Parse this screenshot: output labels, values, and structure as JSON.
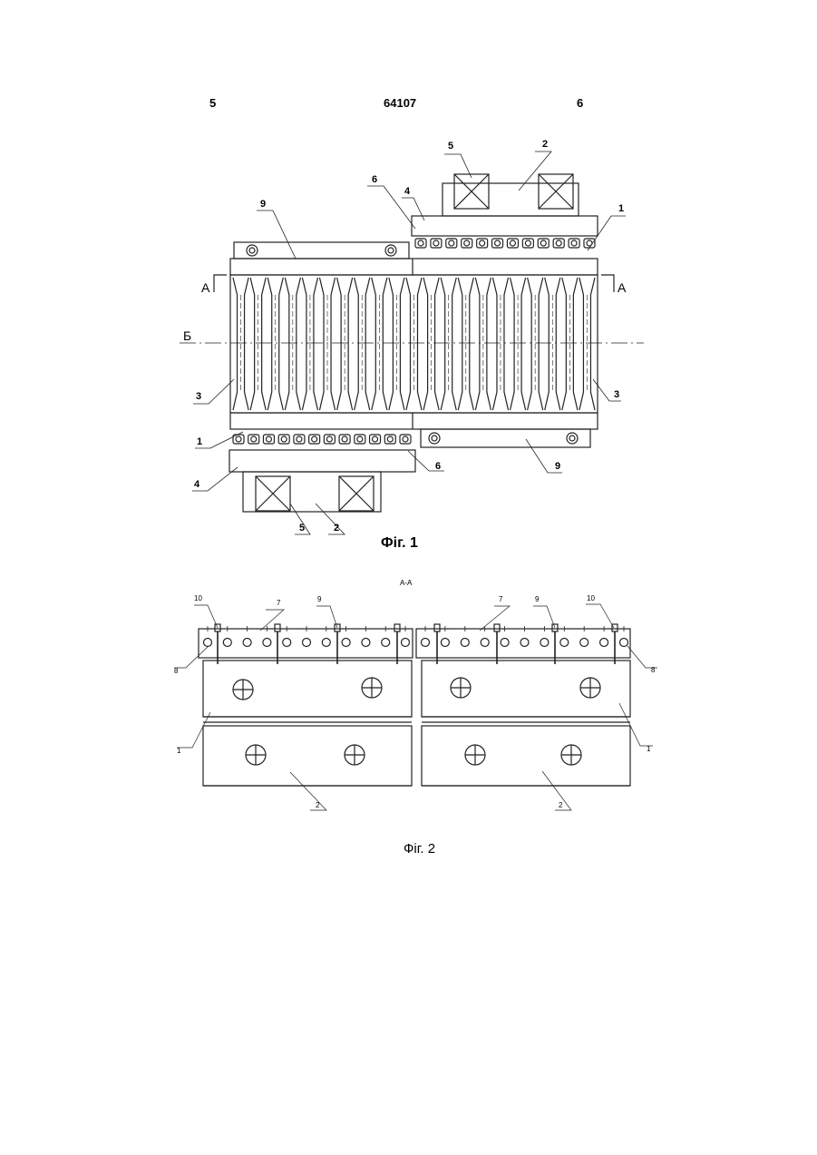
{
  "header": {
    "page_left": "5",
    "patent_number": "64107",
    "page_right": "6"
  },
  "fig1": {
    "caption": "Фіг. 1",
    "section_marks": {
      "left": "А",
      "right": "А",
      "axis": "Б"
    },
    "labels": {
      "top_5": "5",
      "top_2": "2",
      "top_6": "6",
      "top_4": "4",
      "top_9": "9",
      "top_1": "1",
      "left_3": "3",
      "right_3": "3",
      "bot_1": "1",
      "bot_4": "4",
      "bot_6": "6",
      "bot_9": "9",
      "bot_5": "5",
      "bot_2": "2"
    }
  },
  "fig2": {
    "section_title": "А-А",
    "caption": "Фіг. 2",
    "labels": {
      "l_10": "10",
      "l_7": "7",
      "l_9": "9",
      "r_7": "7",
      "r_9": "9",
      "r_10": "10",
      "l_8": "8",
      "r_8": "8",
      "l_1": "1",
      "r_1": "1",
      "l_2": "2",
      "r_2": "2"
    }
  }
}
